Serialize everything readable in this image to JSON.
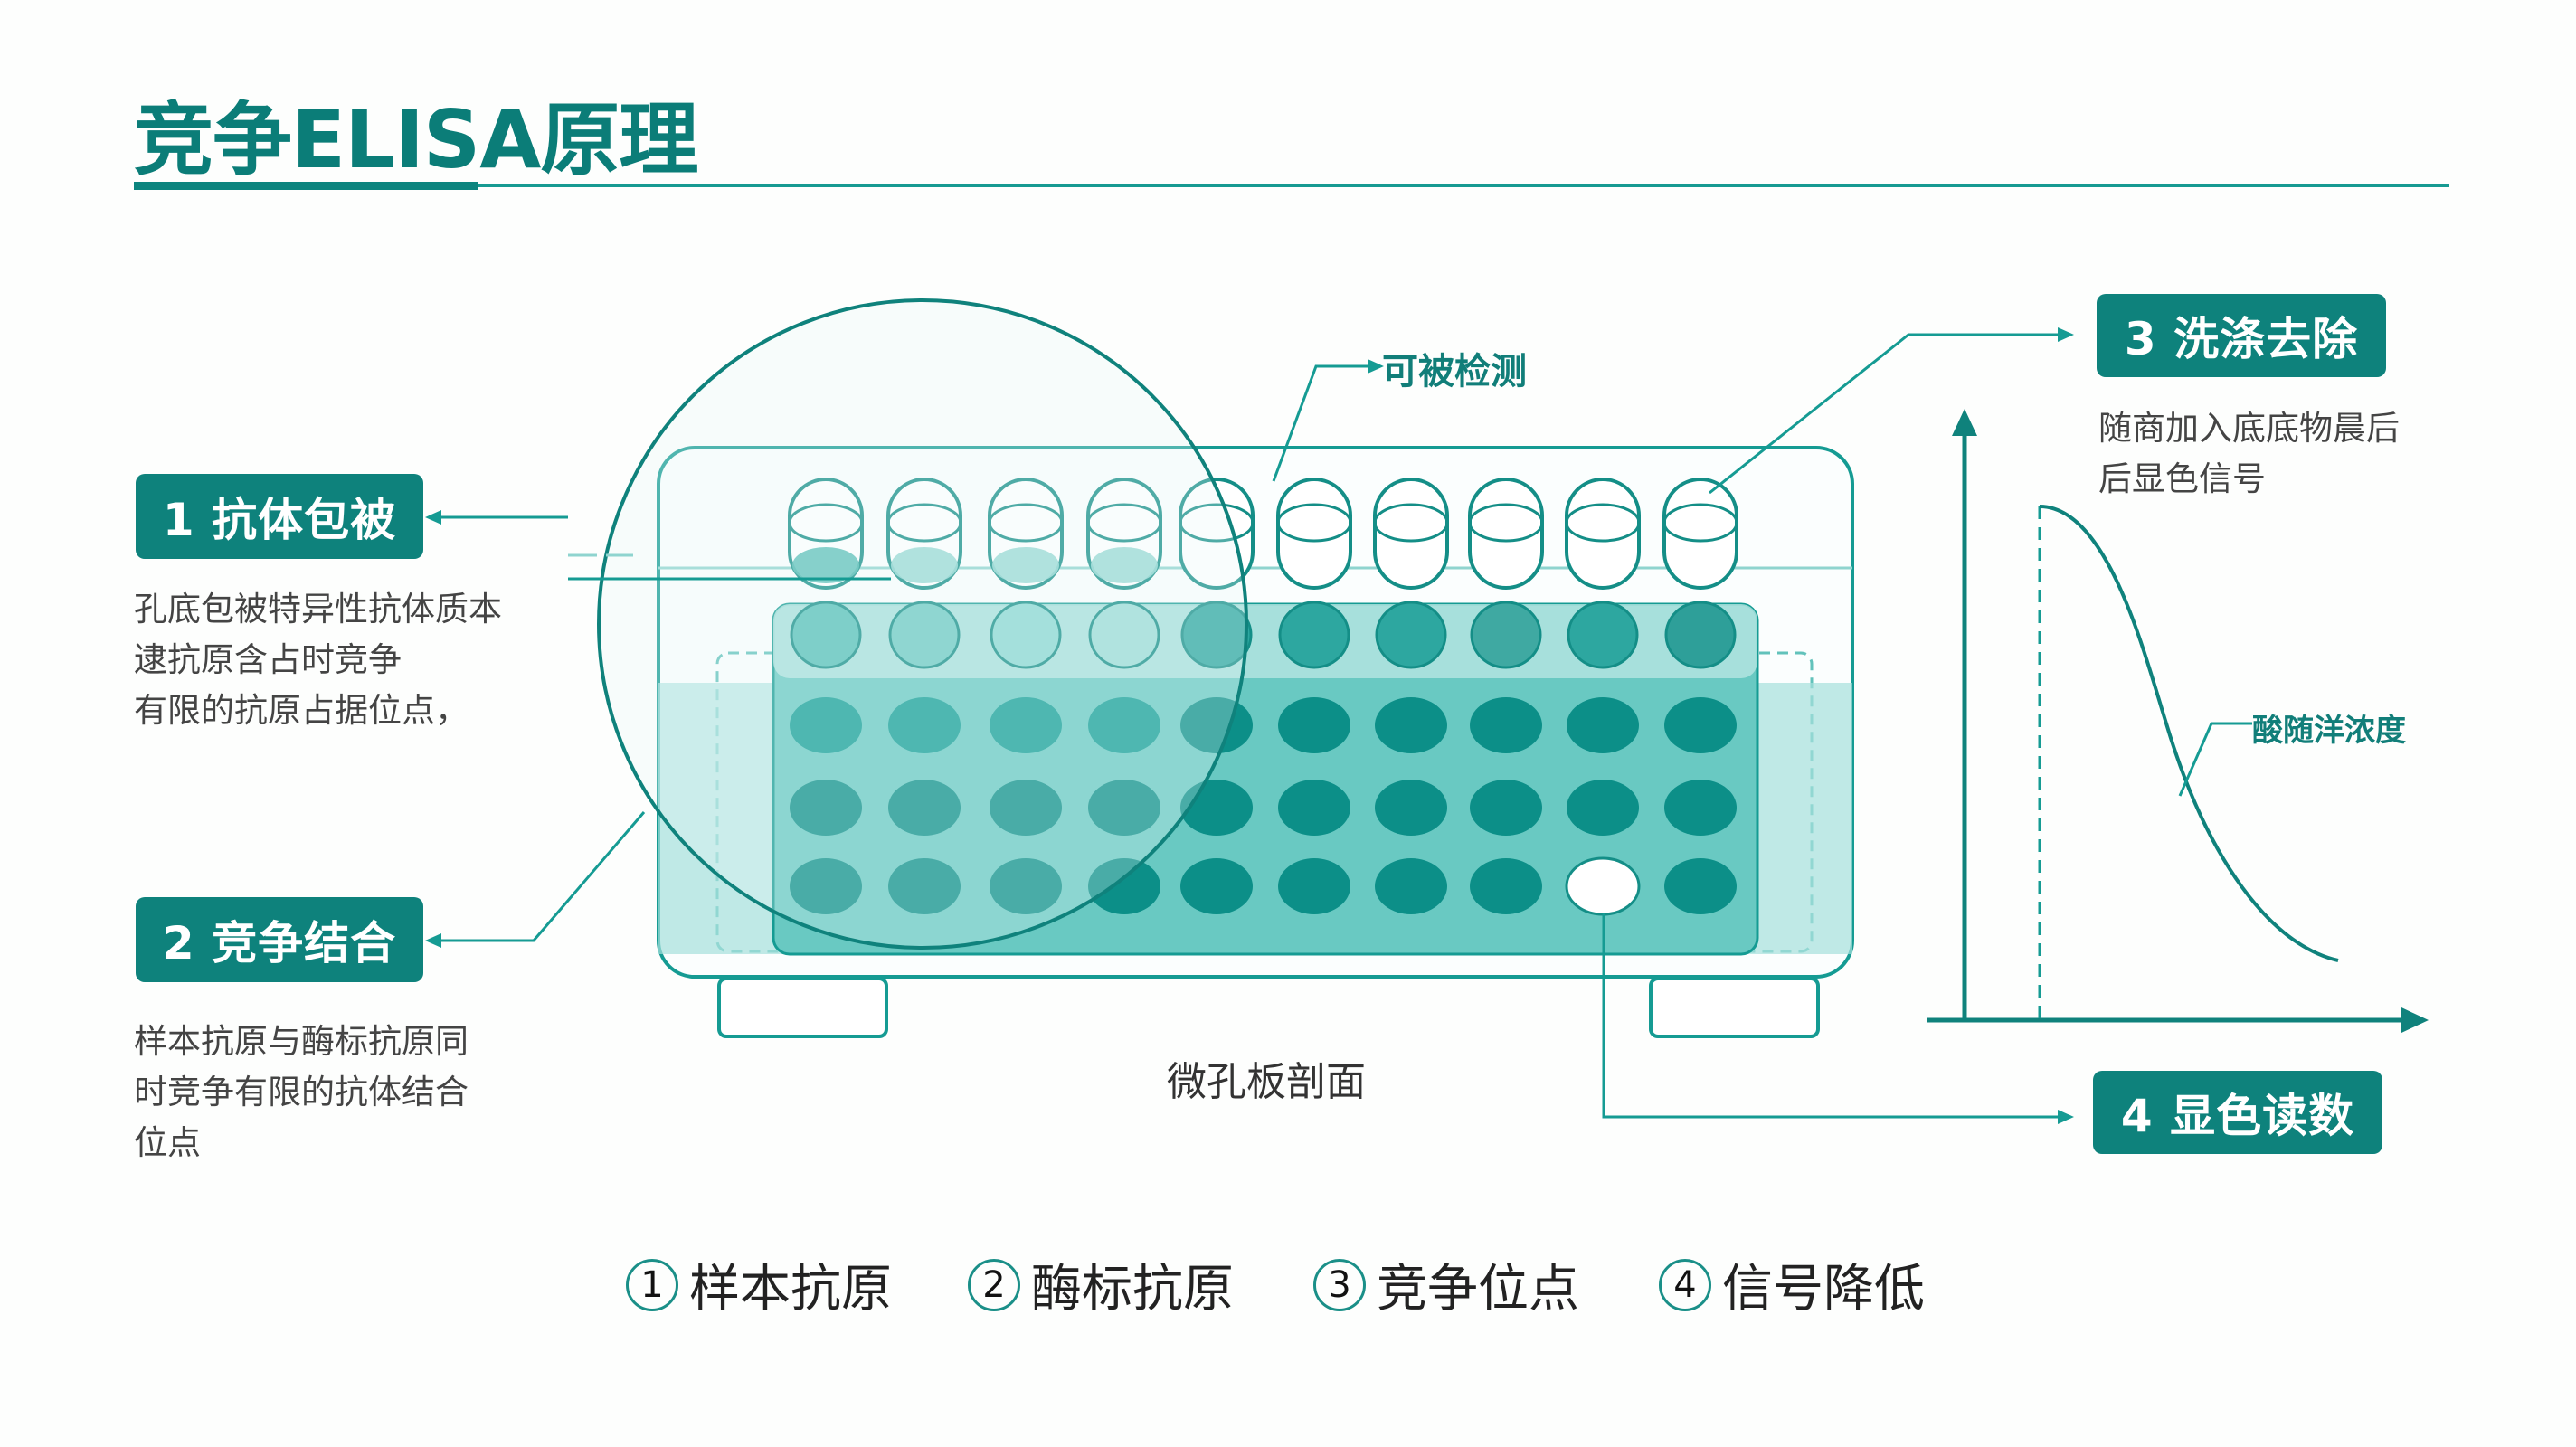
{
  "title": "竞争ELISA原理",
  "steps": [
    {
      "badge": "1 抗体包被",
      "lines": [
        "孔底包被特异性抗体质本",
        "逮抗原含占时竞争",
        "有限的抗原占据位点，"
      ]
    },
    {
      "badge": "2 竞争结合",
      "lines": [
        "样本抗原与酶标抗原同",
        "时竞争有限的抗体结合",
        "位点"
      ]
    },
    {
      "badge": "3 洗涤去除",
      "lines": [
        "随商加入底底物晨后",
        "后显色信号"
      ]
    },
    {
      "badge": "4 显色读数"
    }
  ],
  "labels": {
    "detectable": "可被检测",
    "plate_caption": "微孔板剖面",
    "curve_label": "酸随洋浓度"
  },
  "legend": [
    {
      "num": "1",
      "text": "样本抗原"
    },
    {
      "num": "2",
      "text": "酶标抗原"
    },
    {
      "num": "3",
      "text": "竞争位点"
    },
    {
      "num": "4",
      "text": "信号降低"
    }
  ],
  "colors": {
    "teal_dark": "#0a7f7a",
    "teal_mid": "#1aa9a1",
    "teal_light": "#7fd3cd",
    "teal_pale": "#c9ecea"
  }
}
